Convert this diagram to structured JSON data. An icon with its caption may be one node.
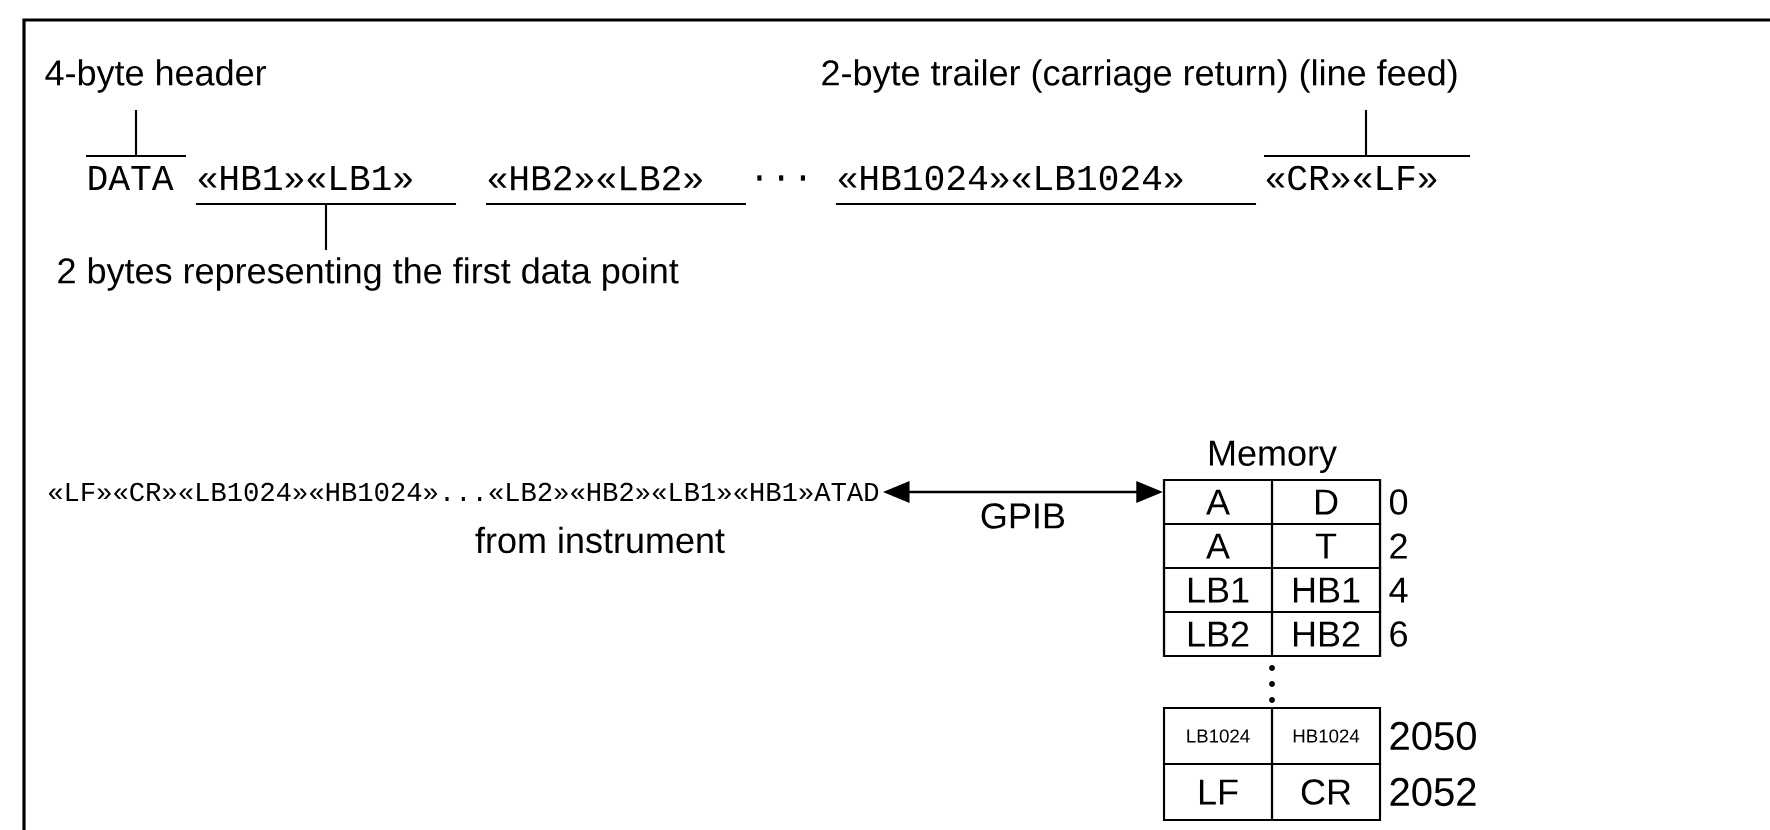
{
  "diagram": {
    "nodes": [
      {
        "text": [
          "«LF»«CR»«LB1024»«HB1024»...«LB2»«HB2»«LB1»«HB1»ATAD"
        ],
        "beside": [
          "from instrument"
        ]
      },
      {
        "text": [
          "Memory"
        ]
      }
    ],
    "edges": [
      {
        "from": 0,
        "to": 1,
        "arrow": "both",
        "label": "GPIB"
      }
    ],
    "labels": [
      "4-byte header",
      "2-byte trailer (carriage return) (line feed)",
      "DATA",
      "«HB1»«LB1»",
      "«HB2»«LB2»",
      "...",
      "«HB1024»«LB1024»",
      "«CR»«LF»",
      "2 bytes representing the first data point",
      "A",
      "D",
      "0",
      "A",
      "T",
      "2",
      "LB1",
      "HB1",
      "4",
      "LB2",
      "HB2",
      "6",
      "LB1024",
      "HB1024",
      "2050",
      "LF",
      "CR",
      "2052"
    ]
  }
}
